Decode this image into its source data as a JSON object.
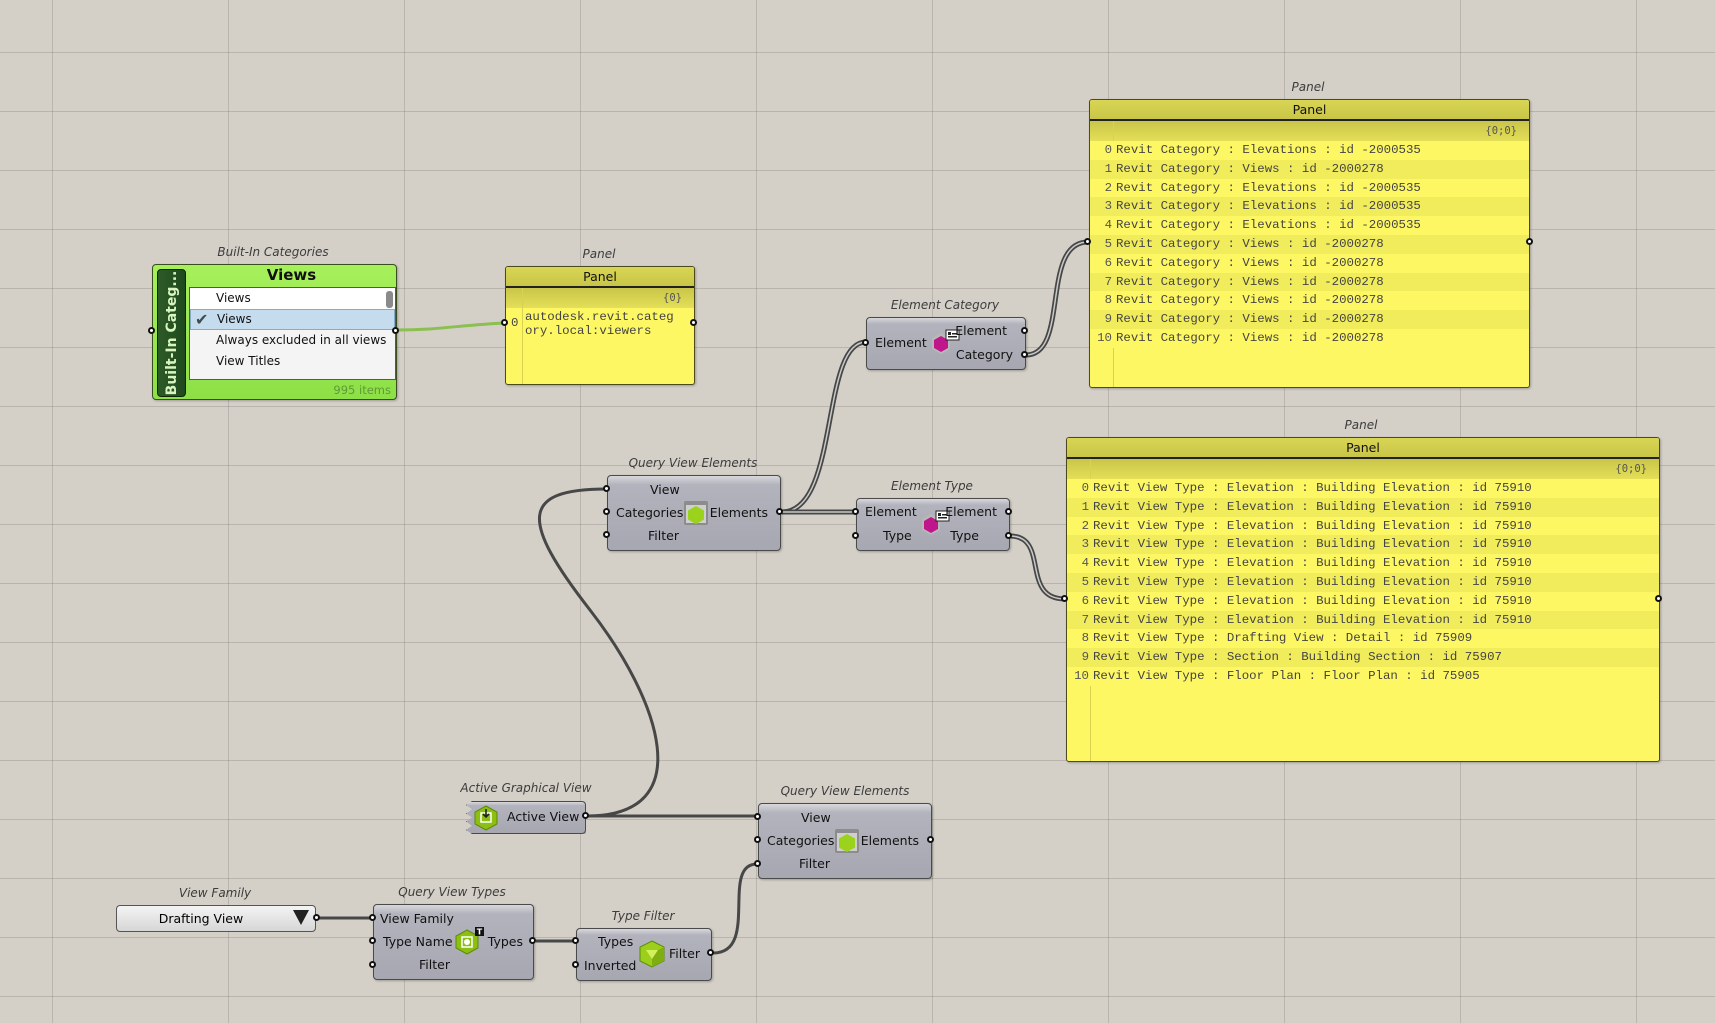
{
  "canvas": {
    "grid_color": "#b8b4ac",
    "background": "#d4d0c8",
    "wire_color": "#474747",
    "selected_wire_color": "#8bbf52"
  },
  "builtin_categories": {
    "nickname": "Built-In Categories",
    "side_label": "Built-In Categ...",
    "header": "Views",
    "items": [
      {
        "label": "Views",
        "selected": false
      },
      {
        "label": "Views",
        "selected": true
      },
      {
        "label": "Always excluded in all views",
        "selected": false
      },
      {
        "label": "View Titles",
        "selected": false
      }
    ],
    "count": "995 items"
  },
  "panel_category_name": {
    "nickname": "Panel",
    "title": "Panel",
    "path": "{0}",
    "rows": [
      {
        "index": "0",
        "text": "autodesk.revit.categ\nory.local:viewers"
      }
    ],
    "lines": [
      "autodesk.revit.categ",
      "ory.local:viewers"
    ]
  },
  "element_category": {
    "nickname": "Element Category",
    "inputs": [
      "Element"
    ],
    "outputs": [
      "Element",
      "Category"
    ]
  },
  "panel_categories": {
    "nickname": "Panel",
    "title": "Panel",
    "path": "{0;0}",
    "rows": [
      {
        "index": "0",
        "text": "Revit Category : Elevations : id -2000535"
      },
      {
        "index": "1",
        "text": "Revit Category : Views : id -2000278"
      },
      {
        "index": "2",
        "text": "Revit Category : Elevations : id -2000535"
      },
      {
        "index": "3",
        "text": "Revit Category : Elevations : id -2000535"
      },
      {
        "index": "4",
        "text": "Revit Category : Elevations : id -2000535"
      },
      {
        "index": "5",
        "text": "Revit Category : Views : id -2000278"
      },
      {
        "index": "6",
        "text": "Revit Category : Views : id -2000278"
      },
      {
        "index": "7",
        "text": "Revit Category : Views : id -2000278"
      },
      {
        "index": "8",
        "text": "Revit Category : Views : id -2000278"
      },
      {
        "index": "9",
        "text": "Revit Category : Views : id -2000278"
      },
      {
        "index": "10",
        "text": "Revit Category : Views : id -2000278"
      }
    ]
  },
  "query_view_elements_1": {
    "nickname": "Query View Elements",
    "inputs": [
      "View",
      "Categories",
      "Filter"
    ],
    "outputs": [
      "Elements"
    ]
  },
  "element_type": {
    "nickname": "Element Type",
    "inputs": [
      "Element",
      "Type"
    ],
    "outputs": [
      "Element",
      "Type"
    ]
  },
  "panel_types": {
    "nickname": "Panel",
    "title": "Panel",
    "path": "{0;0}",
    "rows": [
      {
        "index": "0",
        "text": "Revit View Type : Elevation : Building Elevation : id 75910"
      },
      {
        "index": "1",
        "text": "Revit View Type : Elevation : Building Elevation : id 75910"
      },
      {
        "index": "2",
        "text": "Revit View Type : Elevation : Building Elevation : id 75910"
      },
      {
        "index": "3",
        "text": "Revit View Type : Elevation : Building Elevation : id 75910"
      },
      {
        "index": "4",
        "text": "Revit View Type : Elevation : Building Elevation : id 75910"
      },
      {
        "index": "5",
        "text": "Revit View Type : Elevation : Building Elevation : id 75910"
      },
      {
        "index": "6",
        "text": "Revit View Type : Elevation : Building Elevation : id 75910"
      },
      {
        "index": "7",
        "text": "Revit View Type : Elevation : Building Elevation : id 75910"
      },
      {
        "index": "8",
        "text": "Revit View Type : Drafting View : Detail : id 75909"
      },
      {
        "index": "9",
        "text": "Revit View Type : Section : Building Section : id 75907"
      },
      {
        "index": "10",
        "text": "Revit View Type : Floor Plan : Floor Plan : id 75905"
      }
    ]
  },
  "active_graphical_view": {
    "nickname": "Active Graphical View",
    "label": "Active View"
  },
  "query_view_elements_2": {
    "nickname": "Query View Elements",
    "inputs": [
      "View",
      "Categories",
      "Filter"
    ],
    "outputs": [
      "Elements"
    ]
  },
  "view_family": {
    "nickname": "View Family",
    "value": "Drafting View"
  },
  "query_view_types": {
    "nickname": "Query View Types",
    "inputs": [
      "View Family",
      "Type Name",
      "Filter"
    ],
    "outputs": [
      "Types"
    ]
  },
  "type_filter": {
    "nickname": "Type Filter",
    "inputs": [
      "Types",
      "Inverted"
    ],
    "outputs": [
      "Filter"
    ]
  },
  "icons": {
    "query_elements": "green-hexagon-folder-icon",
    "element_info": "magenta-hexagon-card-icon",
    "active_view": "green-hexagon-download-icon",
    "view_types": "green-hexagon-type-icon",
    "type_filter": "green-cube-filter-icon",
    "dropdown": "triangle-down-icon",
    "check": "checkmark-icon"
  }
}
